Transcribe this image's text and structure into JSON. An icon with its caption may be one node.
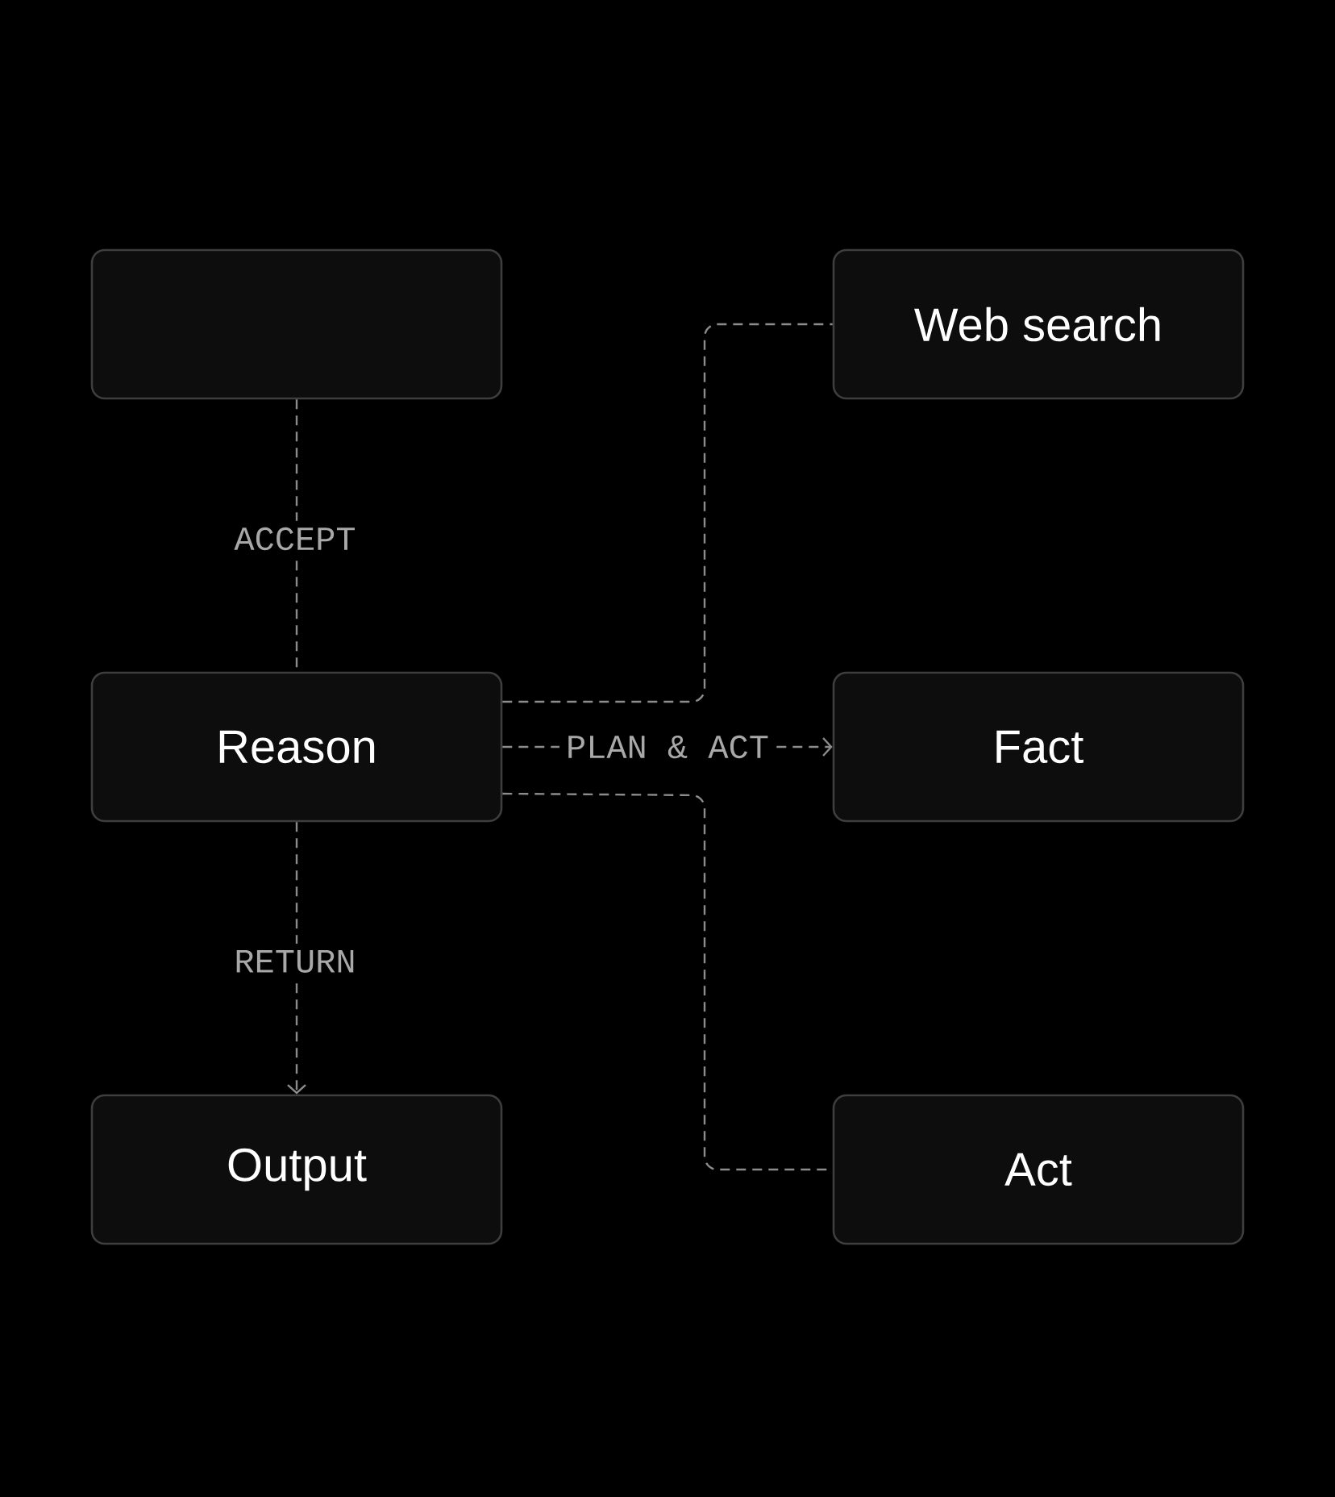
{
  "diagram": {
    "nodes": [
      {
        "text": [],
        "shape": "box"
      },
      {
        "text": [
          "Reason"
        ]
      },
      {
        "text": [
          "Output"
        ]
      },
      {
        "text": [
          "Web search"
        ]
      },
      {
        "text": [
          "Fact"
        ]
      },
      {
        "text": [
          "Act"
        ]
      }
    ],
    "edges": [
      {
        "from": 0,
        "to": 1,
        "arrow": "none",
        "label": "ACCEPT",
        "style": "dashed"
      },
      {
        "from": 1,
        "to": 2,
        "arrow": "to",
        "label": "RETURN",
        "style": "dashed"
      },
      {
        "from": 1,
        "to": 3,
        "arrow": "none",
        "style": "dashed"
      },
      {
        "from": 1,
        "to": 4,
        "arrow": "to",
        "label": "PLAN & ACT",
        "style": "dashed"
      },
      {
        "from": 1,
        "to": 5,
        "arrow": "none",
        "style": "dashed"
      }
    ]
  }
}
